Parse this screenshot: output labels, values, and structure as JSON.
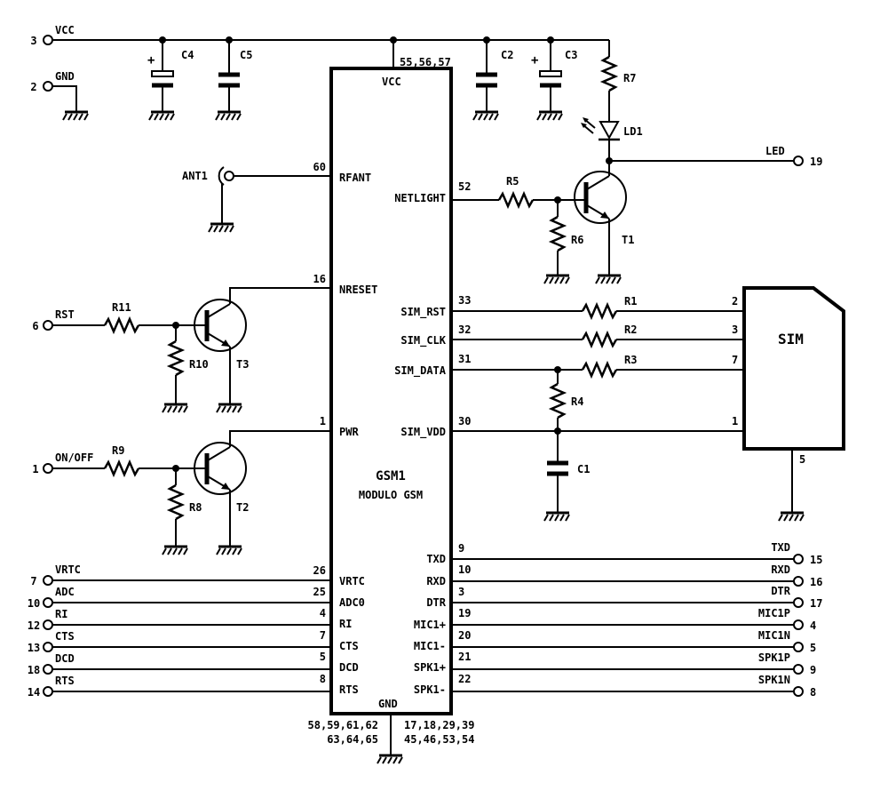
{
  "module": {
    "ref": "GSM1",
    "value": "MODULO GSM",
    "vcc_label": "VCC",
    "vcc_pins": "55,56,57",
    "gnd_label": "GND",
    "gnd_pins_left_1": "58,59,61,62",
    "gnd_pins_left_2": "63,64,65",
    "gnd_pins_right_1": "17,18,29,39",
    "gnd_pins_right_2": "45,46,53,54",
    "pins_left": [
      {
        "num": "60",
        "name": "RFANT"
      },
      {
        "num": "16",
        "name": "NRESET"
      },
      {
        "num": "1",
        "name": "PWR"
      },
      {
        "num": "26",
        "name": "VRTC"
      },
      {
        "num": "25",
        "name": "ADC0"
      },
      {
        "num": "4",
        "name": "RI"
      },
      {
        "num": "7",
        "name": "CTS"
      },
      {
        "num": "5",
        "name": "DCD"
      },
      {
        "num": "8",
        "name": "RTS"
      }
    ],
    "pins_right": [
      {
        "num": "52",
        "name": "NETLIGHT"
      },
      {
        "num": "33",
        "name": "SIM_RST"
      },
      {
        "num": "32",
        "name": "SIM_CLK"
      },
      {
        "num": "31",
        "name": "SIM_DATA"
      },
      {
        "num": "30",
        "name": "SIM_VDD"
      },
      {
        "num": "9",
        "name": "TXD"
      },
      {
        "num": "10",
        "name": "RXD"
      },
      {
        "num": "3",
        "name": "DTR"
      },
      {
        "num": "19",
        "name": "MIC1+"
      },
      {
        "num": "20",
        "name": "MIC1-"
      },
      {
        "num": "21",
        "name": "SPK1+"
      },
      {
        "num": "22",
        "name": "SPK1-"
      }
    ]
  },
  "connector_left": [
    {
      "num": "3",
      "net": "VCC"
    },
    {
      "num": "2",
      "net": "GND"
    },
    {
      "num": "6",
      "net": "RST"
    },
    {
      "num": "1",
      "net": "ON/OFF"
    },
    {
      "num": "7",
      "net": "VRTC"
    },
    {
      "num": "10",
      "net": "ADC"
    },
    {
      "num": "12",
      "net": "RI"
    },
    {
      "num": "13",
      "net": "CTS"
    },
    {
      "num": "18",
      "net": "DCD"
    },
    {
      "num": "14",
      "net": "RTS"
    }
  ],
  "connector_right": [
    {
      "num": "19",
      "net": "LED"
    },
    {
      "num": "15",
      "net": "TXD"
    },
    {
      "num": "16",
      "net": "RXD"
    },
    {
      "num": "17",
      "net": "DTR"
    },
    {
      "num": "4",
      "net": "MIC1P"
    },
    {
      "num": "5",
      "net": "MIC1N"
    },
    {
      "num": "9",
      "net": "SPK1P"
    },
    {
      "num": "8",
      "net": "SPK1N"
    }
  ],
  "components": {
    "C1": "C1",
    "C2": "C2",
    "C3": "C3",
    "C4": "C4",
    "C5": "C5",
    "R1": "R1",
    "R2": "R2",
    "R3": "R3",
    "R4": "R4",
    "R5": "R5",
    "R6": "R6",
    "R7": "R7",
    "R8": "R8",
    "R9": "R9",
    "R10": "R10",
    "R11": "R11",
    "T1": "T1",
    "T2": "T2",
    "T3": "T3",
    "LD1": "LD1",
    "ANT1": "ANT1",
    "plus": "+"
  },
  "sim": {
    "label": "SIM",
    "pins": [
      "2",
      "3",
      "7",
      "1",
      "5"
    ]
  }
}
